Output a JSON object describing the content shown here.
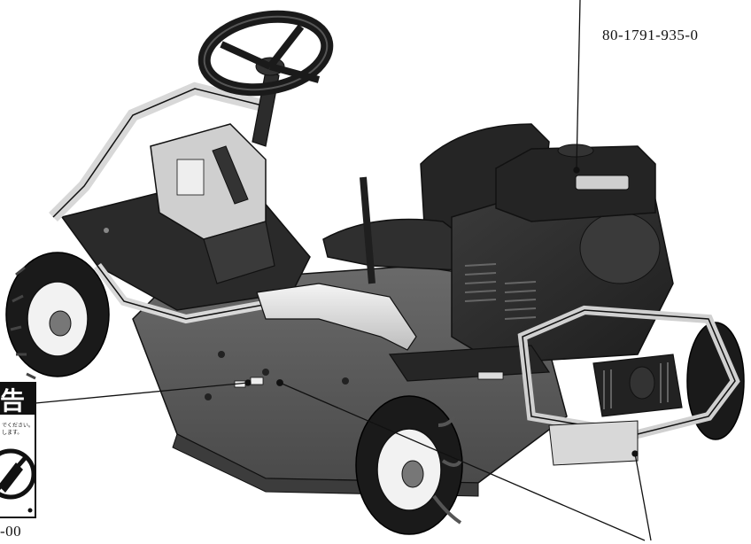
{
  "title": "",
  "labels": {
    "top_part_number": "80-1791-935-0",
    "bottom_left_part_number": "-00",
    "warning_sticker_kanji": "告",
    "warning_sticker_small_text": "でください。\nします。"
  },
  "colors": {
    "line": "#111111",
    "body_dark": "#2a2a2a",
    "deck": "#5a5a5a",
    "tire": "#1a1a1a",
    "rim": "#f2f2f2",
    "frame": "#e8e8e8"
  },
  "icons": [
    "warning-sticker-icon",
    "no-entry-icon"
  ]
}
